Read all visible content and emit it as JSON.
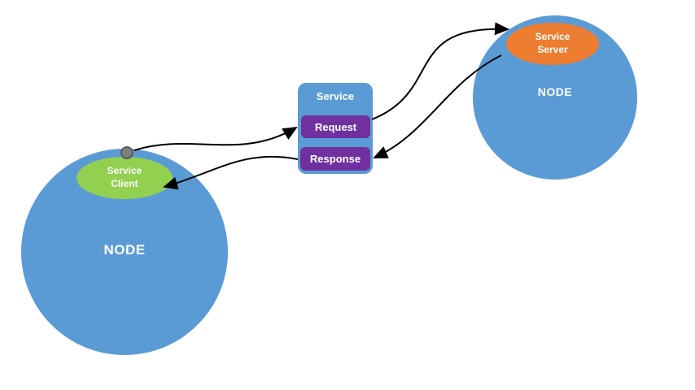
{
  "diagram": {
    "left_node": {
      "label": "NODE"
    },
    "service_client": {
      "label": "Service Client"
    },
    "service": {
      "title": "Service",
      "request": "Request",
      "response": "Response"
    },
    "right_node": {
      "label": "NODE"
    },
    "service_server": {
      "label": "Service Server"
    },
    "colors": {
      "node_fill": "#5b9bd5",
      "service_client_fill": "#92d050",
      "service_server_fill": "#ed7d31",
      "request_response_fill": "#7030a0",
      "arrow": "#000000",
      "connection_dot": "#7f7f7f",
      "text": "#ffffff",
      "background": "#ffffff"
    }
  }
}
